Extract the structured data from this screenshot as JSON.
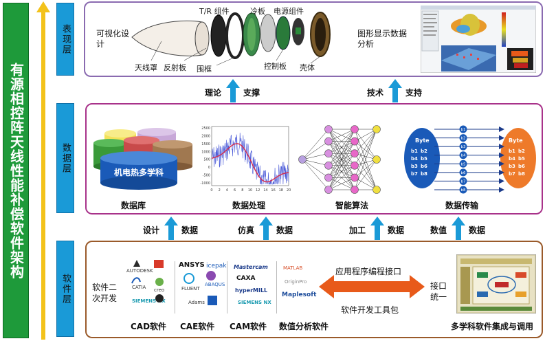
{
  "architecture_title": "有源相控阵天线性能补偿软件架构",
  "layers": {
    "presentation": "表现层",
    "data": "数据层",
    "software": "软件层"
  },
  "presentation": {
    "visual_design": "可视化设计",
    "graphic_analysis": "图形显示数据分析",
    "parts": {
      "radome": "天线罩",
      "reflector": "反射板",
      "frame": "围框",
      "tr_module": "T/R 组件",
      "cold_plate": "冷板",
      "control_board": "控制板",
      "power_module": "电源组件",
      "shell": "壳体"
    }
  },
  "arrows_top": {
    "left_a": "理论",
    "left_b": "支撑",
    "right_a": "技术",
    "right_b": "支持"
  },
  "data_layer": {
    "database_label": "机电热多学科",
    "database": "数据库",
    "processing": "数据处理",
    "algorithm": "智能算法",
    "transfer": "数据传输",
    "byte": "Byte",
    "bits_left": [
      "b1",
      "b2",
      "b4",
      "b5",
      "b3",
      "b6",
      "b7",
      "b8"
    ],
    "bits_mid": [
      "b1",
      "b2",
      "b3",
      "b4",
      "b5",
      "b6",
      "b7",
      "b8"
    ],
    "chart_ticks_y": [
      "2500",
      "2000",
      "1500",
      "1000",
      "500",
      "0",
      "-500",
      "-1000"
    ],
    "chart_ticks_x": [
      "0",
      "2",
      "4",
      "6",
      "8",
      "10",
      "12",
      "14",
      "16",
      "18",
      "20"
    ]
  },
  "arrows_bottom": [
    {
      "a": "设计",
      "b": "数据"
    },
    {
      "a": "仿真",
      "b": "数据"
    },
    {
      "a": "加工",
      "b": "数据"
    },
    {
      "a": "数值",
      "b": "数据"
    }
  ],
  "software_layer": {
    "secondary_dev": "软件二次开发",
    "api": "应用程序编程接口",
    "sdk": "软件开发工具包",
    "interface": "接口统一",
    "integration": "多学科软件集成与调用",
    "cad": "CAD软件",
    "cae": "CAE软件",
    "cam": "CAM软件",
    "numeric": "数值分析软件",
    "logos": {
      "autodesk": "AUTODESK",
      "catia": "CATIA",
      "creo": "creo",
      "siemens_nx": "SIEMENS NX",
      "ansys": "ANSYS",
      "icepak": "icepak",
      "fluent": "FLUENT",
      "abaqus": "ABAQUS",
      "adams": "Adams",
      "mastercam": "Mastercam",
      "caxa": "CAXA",
      "hypermill": "hyperMILL",
      "siemens_nx2": "SIEMENS NX",
      "matlab": "MATLAB",
      "origin": "OriginPro",
      "maple": "Maplesoft"
    }
  },
  "colors": {
    "green_bar": "#1e9a3a",
    "tab_blue": "#1a9ad7",
    "top_panel": "#8a6ab0",
    "mid_panel": "#a8328a",
    "bot_panel": "#9a5a2a",
    "arrow_blue": "#1a9ad7",
    "double_arrow": "#e85a1a",
    "axis_yellow": "#f3c21a"
  }
}
